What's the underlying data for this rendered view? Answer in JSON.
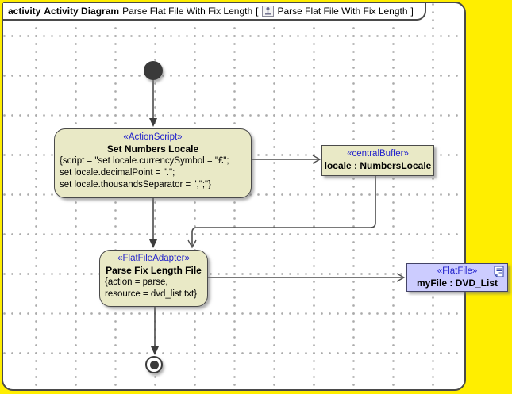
{
  "header": {
    "keyword": "activity",
    "diagram_type": "Activity Diagram",
    "diagram_name": "Parse Flat File With Fix Length",
    "bracket_open": "[",
    "frame_name": "Parse Flat File With Fix Length",
    "bracket_close": "]"
  },
  "nodes": {
    "action_script": {
      "stereotype": "«ActionScript»",
      "name": "Set Numbers Locale",
      "line1": "{script = \"set locale.currencySymbol = \"£\";",
      "line2": "set locale.decimalPoint = \".\";",
      "line3": "set locale.thousandsSeparator = \",\";\"}"
    },
    "central_buffer": {
      "stereotype": "«centralBuffer»",
      "name": "locale : NumbersLocale"
    },
    "flat_file_adapter": {
      "stereotype": "«FlatFileAdapter»",
      "name": "Parse Fix Length File",
      "line1": "{action = parse,",
      "line2": "resource = dvd_list.txt}"
    },
    "flat_file": {
      "stereotype": "«FlatFile»",
      "name": "myFile : DVD_List"
    }
  },
  "icons": {
    "header_icon": "activity-diagram-icon",
    "flat_file_icon": "document-icon"
  },
  "colors": {
    "canvas_background": "#FFEE00",
    "node_fill": "#E9E9C6",
    "flat_file_fill": "#CCCCFF",
    "stereotype_text": "#2222CC",
    "node_border": "#4A4A4A",
    "flat_file_border": "#444466",
    "edge": "#4D4D4D"
  }
}
